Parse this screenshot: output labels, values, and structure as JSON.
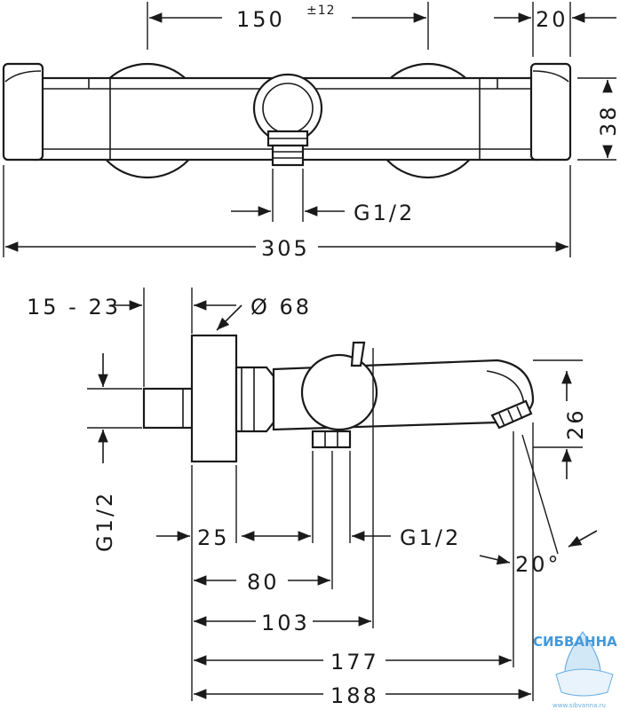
{
  "front_view": {
    "dim_centers": "150",
    "dim_centers_tol": "±12",
    "dim_cap": "20",
    "dim_height": "38",
    "dim_outlet": "G1/2",
    "dim_total_width": "305"
  },
  "side_view": {
    "dim_eccentric": "15 - 23",
    "dim_rosette": "Ø 68",
    "dim_inlet": "G1/2",
    "dim_spout_height": "26",
    "dim_25": "25",
    "dim_outlet": "G1/2",
    "dim_angle": "20°",
    "dim_80": "80",
    "dim_103": "103",
    "dim_177": "177",
    "dim_188": "188"
  },
  "watermark": {
    "brand": "СИБВАННА",
    "site": "www.sibvanna.ru"
  },
  "colors": {
    "line": "#1a1a1a",
    "watermark": "#2f8fd6"
  }
}
